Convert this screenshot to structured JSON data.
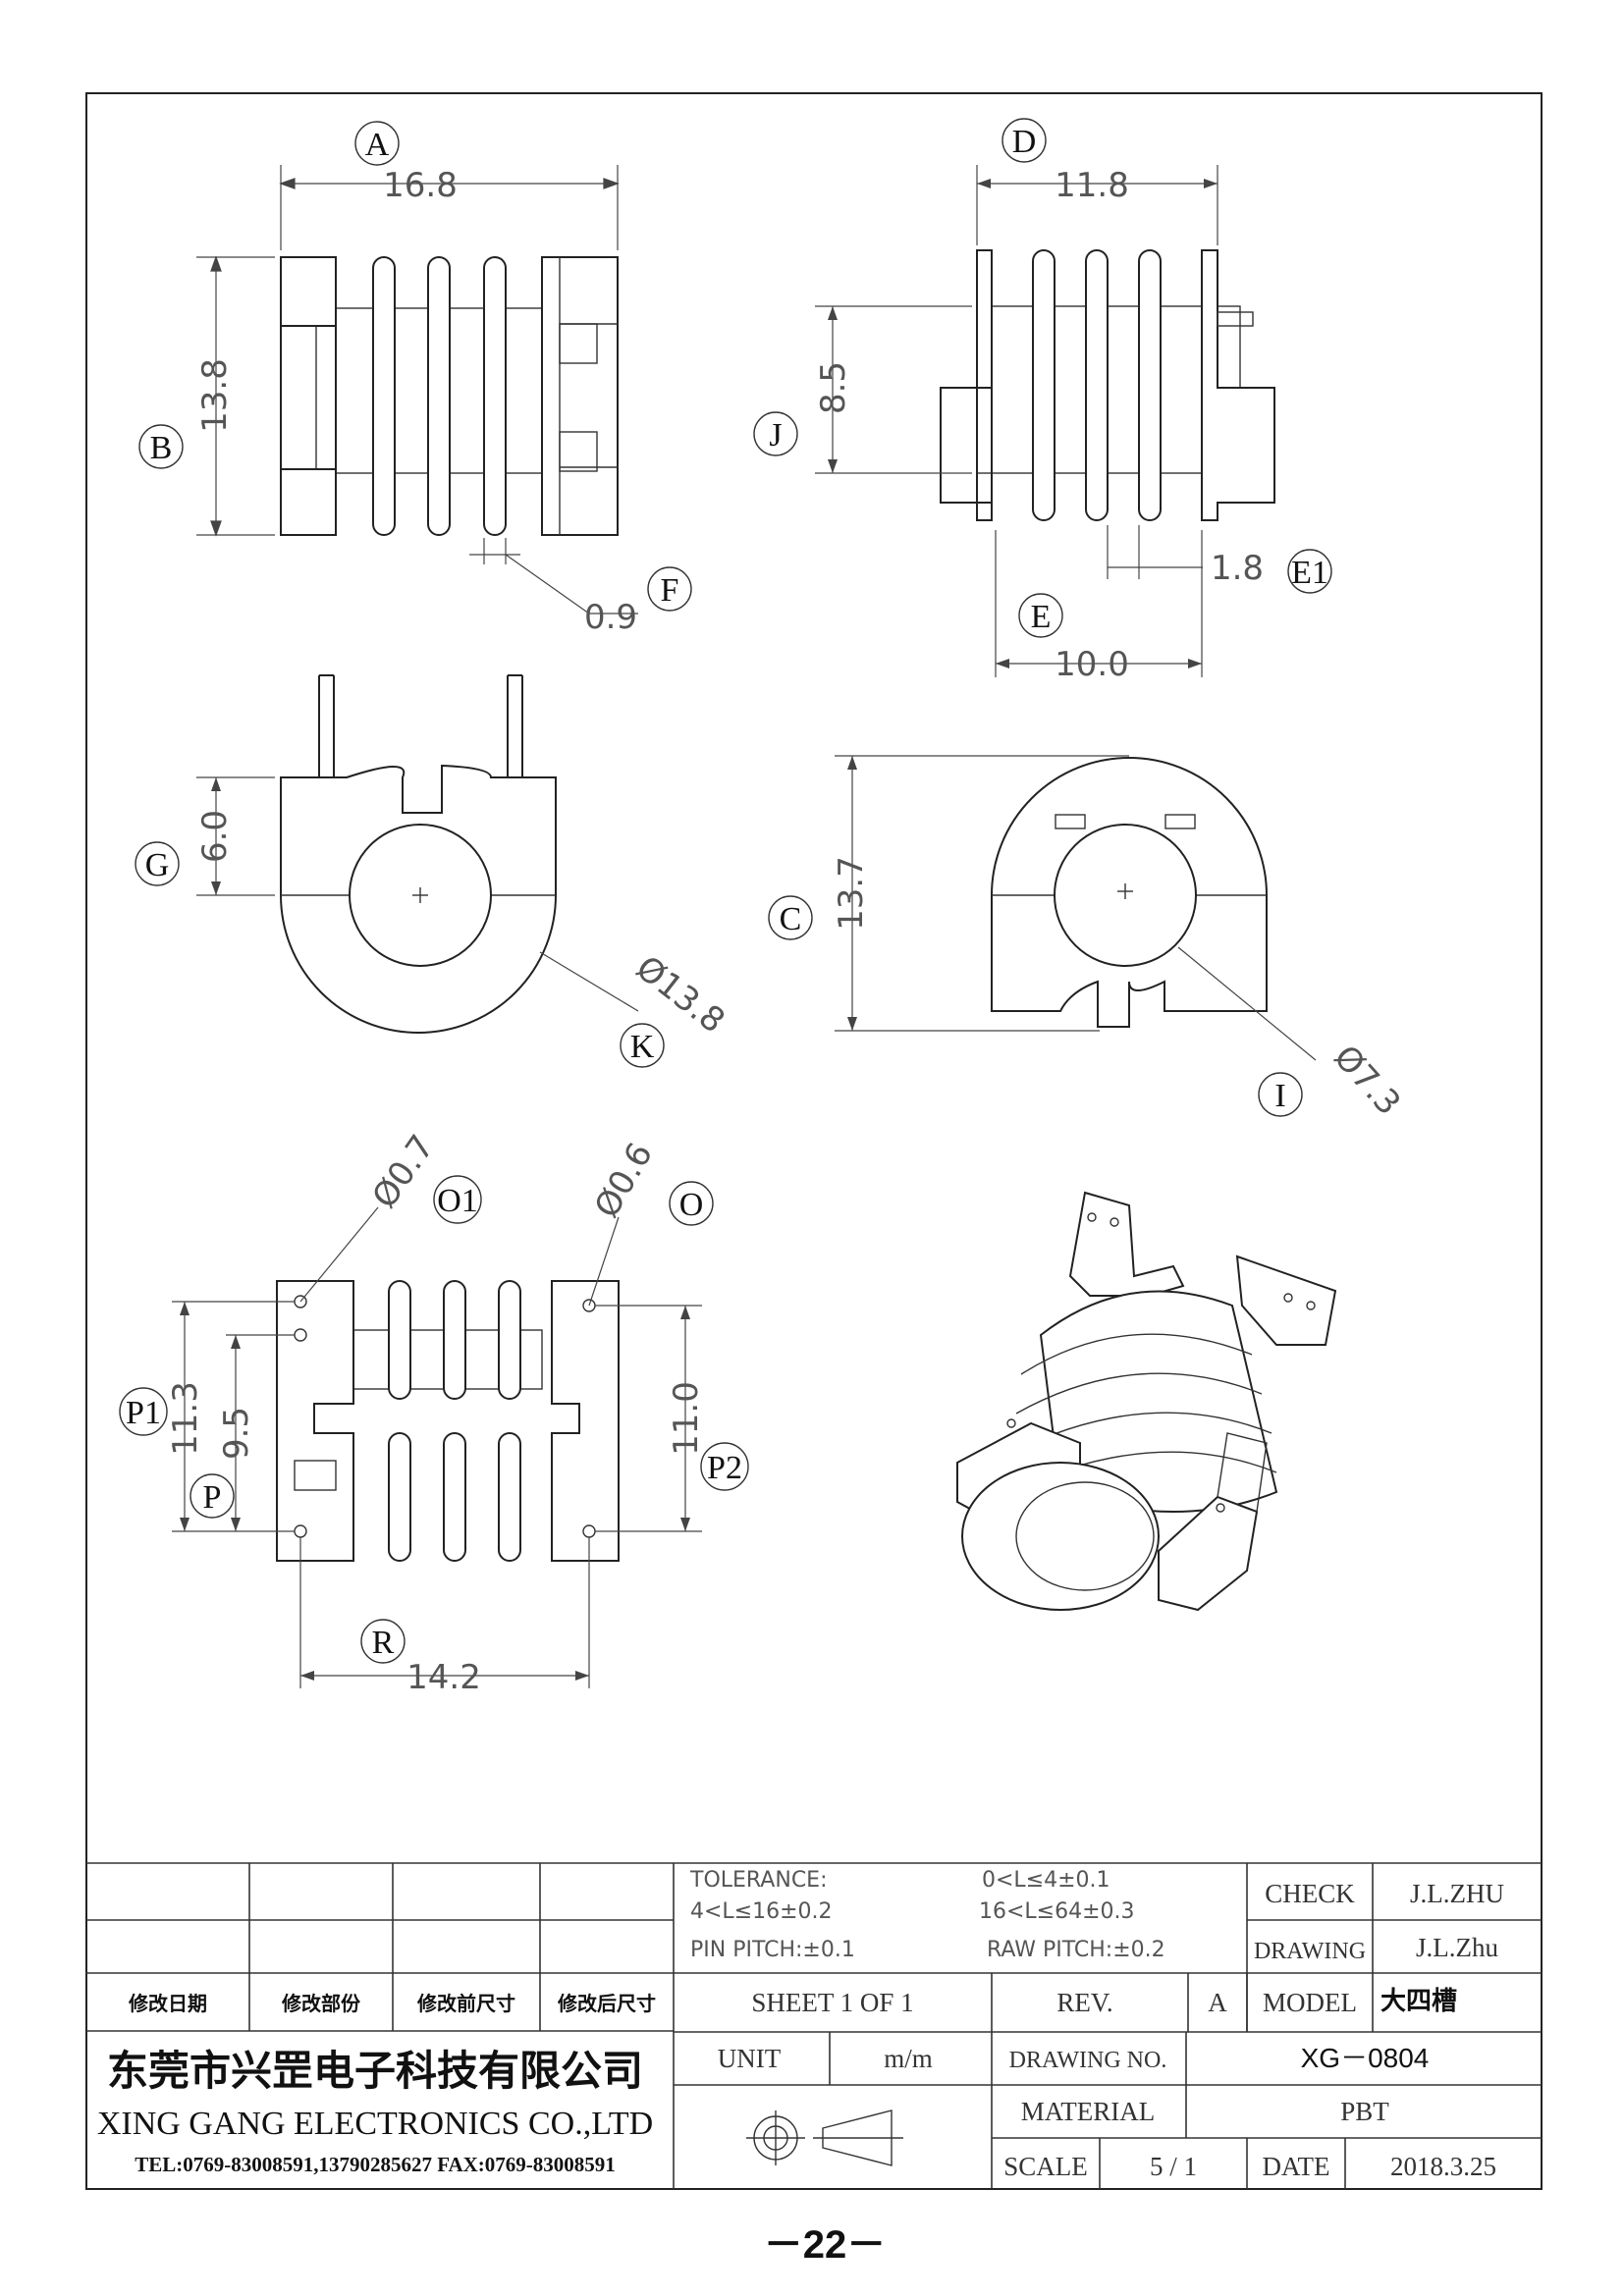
{
  "dimensions": {
    "A": {
      "label": "A",
      "value": "16.8"
    },
    "B": {
      "label": "B",
      "value": "13.8"
    },
    "D": {
      "label": "D",
      "value": "11.8"
    },
    "J": {
      "label": "J",
      "value": "8.5"
    },
    "F": {
      "label": "F",
      "value": "0.9"
    },
    "E1": {
      "label": "E1",
      "value": "1.8"
    },
    "E": {
      "label": "E",
      "value": "10.0"
    },
    "G": {
      "label": "G",
      "value": "6.0"
    },
    "K": {
      "label": "K",
      "value": "Ø13.8"
    },
    "C": {
      "label": "C",
      "value": "13.7"
    },
    "I": {
      "label": "I",
      "value": "Ø7.3"
    },
    "O1": {
      "label": "O1",
      "value": "Ø0.7"
    },
    "O": {
      "label": "O",
      "value": "Ø0.6"
    },
    "P1": {
      "label": "P1",
      "value": "11.3"
    },
    "P": {
      "label": "P",
      "value": "9.5"
    },
    "P2": {
      "label": "P2",
      "value": "11.0"
    },
    "R": {
      "label": "R",
      "value": "14.2"
    }
  },
  "title_block": {
    "tolerance_label": "TOLERANCE:",
    "tol_1": "0<L≤4±0.1",
    "tol_2": "4<L≤16±0.2",
    "tol_3": "16<L≤64±0.3",
    "pin_pitch": "PIN PITCH:±0.1",
    "raw_pitch": "RAW PITCH:±0.2",
    "check_label": "CHECK",
    "check_value": "J.L.ZHU",
    "drawing_label": "DRAWING",
    "drawing_value": "J.L.Zhu",
    "rev_headers": [
      "修改日期",
      "修改部份",
      "修改前尺寸",
      "修改后尺寸"
    ],
    "sheet": "SHEET 1 OF 1",
    "rev_label": "REV.",
    "rev_value": "A",
    "model_label": "MODEL",
    "model_value": "大四槽",
    "company_cn": "东莞市兴罡电子科技有限公司",
    "company_en": "XING GANG  ELECTRONICS CO.,LTD",
    "tel": "TEL:0769-83008591,13790285627 FAX:0769-83008591",
    "unit_label": "UNIT",
    "unit_value": "m/m",
    "drawing_no_label": "DRAWING  NO.",
    "drawing_no_value": "XG－0804",
    "material_label": "MATERIAL",
    "material_value": "PBT",
    "scale_label": "SCALE",
    "scale_value": "5  /  1",
    "date_label": "DATE",
    "date_value": "2018.3.25"
  },
  "page_number": "－22－"
}
